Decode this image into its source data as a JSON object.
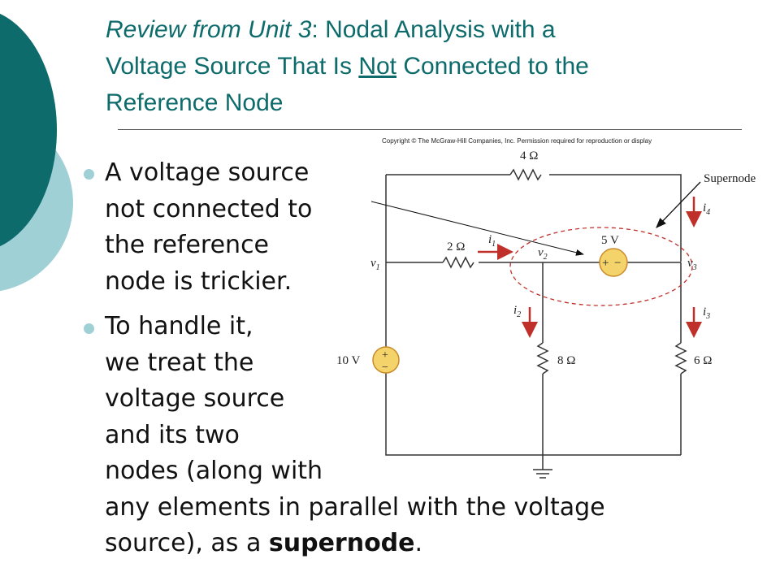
{
  "title": {
    "italic_part": "Review from Unit 3",
    "part1": ": Nodal Analysis with a",
    "part2": "Voltage Source That Is ",
    "underlined": "Not",
    "part3": " Connected to the",
    "part4": "Reference Node"
  },
  "bullets": [
    {
      "lines": [
        "A voltage source",
        "not connected to",
        "the reference",
        "node is trickier."
      ]
    },
    {
      "lines": [
        "To handle it,",
        "we treat the",
        "voltage source",
        "and its two",
        "nodes (along with",
        "any elements in parallel with the voltage"
      ],
      "last_line_prefix": "source), as a ",
      "last_line_bold": "supernode",
      "last_line_suffix": "."
    }
  ],
  "circuit": {
    "copyright": "Copyright © The McGraw-Hill Companies, Inc. Permission required for reproduction or display",
    "labels": {
      "r4": "4 Ω",
      "r2": "2 Ω",
      "r8": "8 Ω",
      "r6": "6 Ω",
      "v5": "5 V",
      "v10": "10 V",
      "supernode": "Supernode",
      "v1": "v",
      "v1_sub": "1",
      "v2": "v",
      "v2_sub": "2",
      "v3": "v",
      "v3_sub": "3",
      "i1": "i",
      "i1_sub": "1",
      "i2": "i",
      "i2_sub": "2",
      "i3": "i",
      "i3_sub": "3",
      "i4": "i",
      "i4_sub": "4",
      "plus": "+",
      "minus": "−"
    }
  },
  "colors": {
    "title": "#0e6b6b",
    "deco_dark": "#0e6b6b",
    "deco_light": "#9fd0d6",
    "source_fill": "#f5d36b",
    "arrow_red": "#c0302a"
  }
}
